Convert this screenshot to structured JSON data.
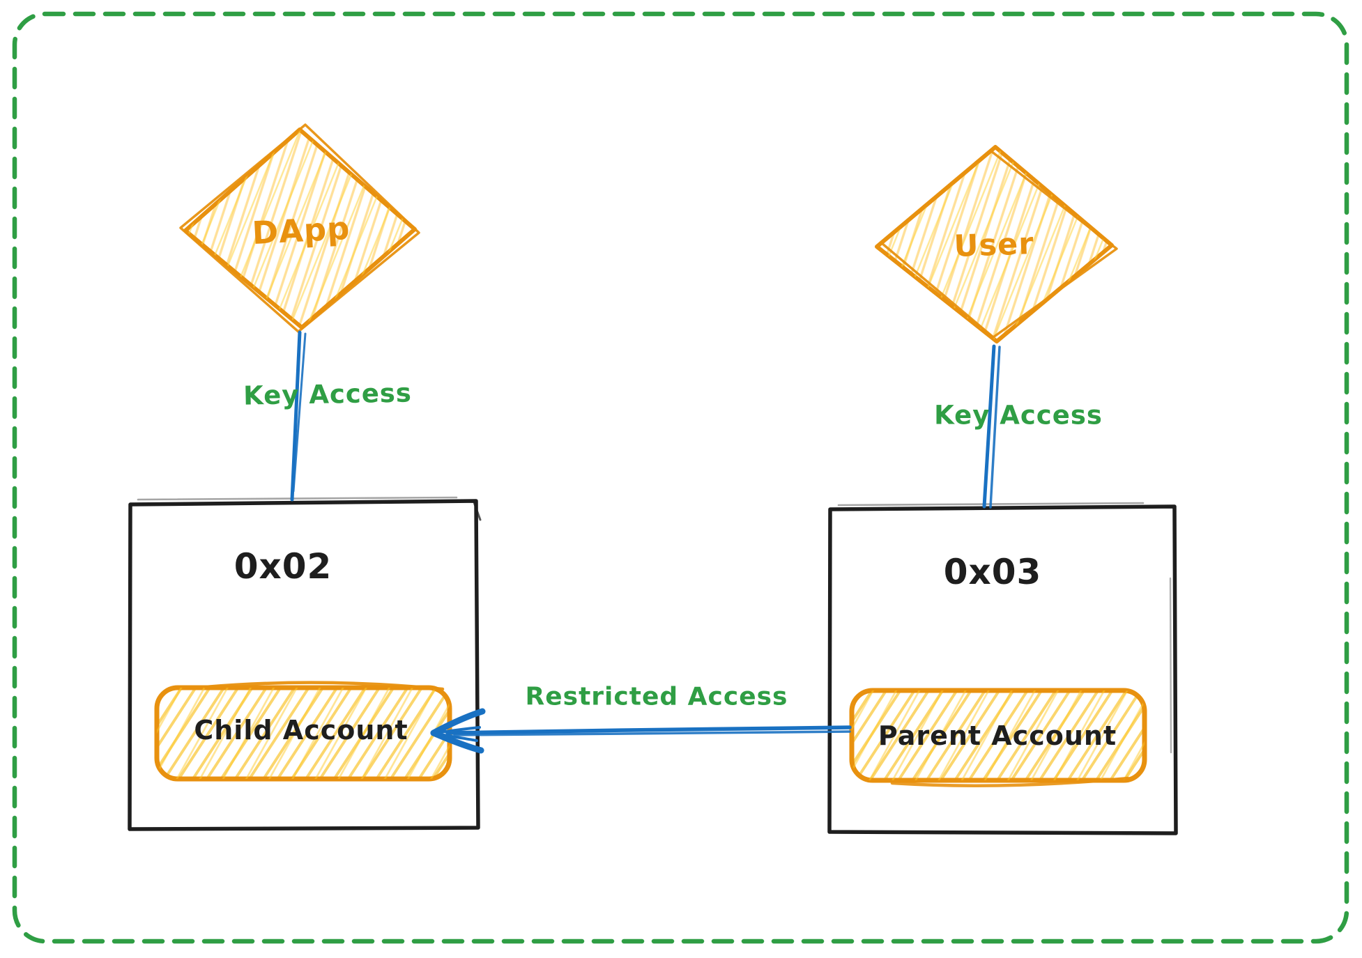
{
  "colors": {
    "orange": "#e8910f",
    "orange_hatch": "#ffd43b",
    "blue": "#1971c2",
    "green": "#2f9e44",
    "ink": "#1e1e1e",
    "background": "#ffffff"
  },
  "nodes": {
    "dapp": {
      "label": "DApp"
    },
    "user": {
      "label": "User"
    },
    "account_0x02": {
      "title": "0x02"
    },
    "account_0x03": {
      "title": "0x03"
    },
    "child_account": {
      "label": "Child Account"
    },
    "parent_account": {
      "label": "Parent Account"
    }
  },
  "edges": {
    "dapp_to_0x02": {
      "label": "Key Access"
    },
    "user_to_0x03": {
      "label": "Key Access"
    },
    "parent_to_child": {
      "label": "Restricted Access",
      "direction": "left"
    }
  }
}
